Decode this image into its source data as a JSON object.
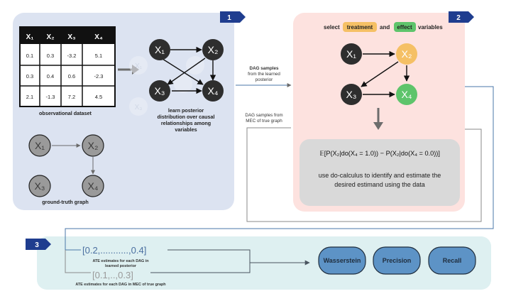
{
  "panels": {
    "p1_number": "1",
    "p2_number": "2",
    "p3_number": "3"
  },
  "table": {
    "headers": [
      "X₁",
      "X₂",
      "X₃",
      "X₄"
    ],
    "rows": [
      [
        "0.1",
        "0.3",
        "-3.2",
        "5.1"
      ],
      [
        "0.3",
        "0.4",
        "0.6",
        "-2.3"
      ],
      [
        "2.1",
        "-1.3",
        "7.2",
        "4.5"
      ]
    ],
    "caption": "observational dataset"
  },
  "learn": {
    "line1": "learn posterior",
    "line2": "distribution over causal",
    "line3": "relationships among",
    "line4": "variables"
  },
  "ground_truth": {
    "caption": "ground-truth graph"
  },
  "nodes": {
    "x1": "X₁",
    "x2": "X₂",
    "x3": "X₃",
    "x4": "X₄"
  },
  "connectors": {
    "learned_line1": "DAG samples",
    "learned_line2": "from the learned",
    "learned_line3": "posterior",
    "mec_line1": "DAG samples from",
    "mec_line2": "MEC of true graph"
  },
  "select": {
    "prefix": "select",
    "treatment": "treatment",
    "and": "and",
    "effect": "effect",
    "suffix": "variables"
  },
  "estimand": {
    "formula": "𝔼[P(X₂|do(X₄ = 1.0)) − P(X₂|do(X₄ = 0.0))]",
    "desc_line1": "use do-calculus to identify and estimate the",
    "desc_line2": "desired estimand using the data"
  },
  "ate": {
    "learned_vector": "[0.2,...........,0.4]",
    "learned_caption1": "ATE estimates for each DAG in",
    "learned_caption2": "learned posterior",
    "mec_vector": "[0.1,..,0.3]",
    "mec_caption": "ATE estimates for each DAG in MEC of true graph"
  },
  "metrics": [
    "Wasserstein",
    "Precision",
    "Recall"
  ],
  "colors": {
    "panel1": "#dce3f1",
    "panel2": "#fde2df",
    "panel3": "#def0f1",
    "node_dark": "#2e2e2e",
    "node_gray": "#9a9a9a",
    "treatment": "#f5c065",
    "effect": "#5ec46b",
    "badge": "#1f3d8f",
    "button": "#5d93c6"
  }
}
